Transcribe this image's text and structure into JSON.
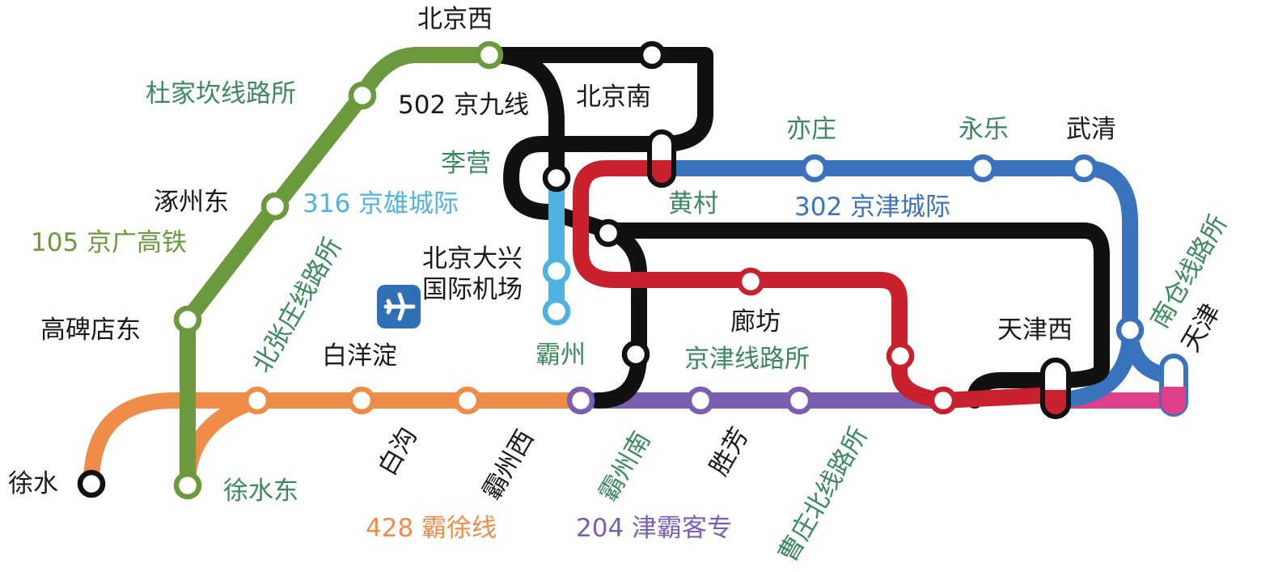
{
  "colors": {
    "line_105": "#6a9a3c",
    "line_316": "#4fb3e0",
    "line_502": "#111111",
    "line_302": "#3a73bd",
    "line_428": "#ee8c48",
    "line_204": "#7a5fb0",
    "red_line": "#c8202c",
    "pink_line": "#e0408a",
    "station_label": "#3a8a5c",
    "airport_icon": "#2f6fb5"
  },
  "lines": {
    "l105": "105 京广高铁",
    "l316": "316 京雄城际",
    "l502": "502 京九线",
    "l302": "302 京津城际",
    "l428": "428 霸徐线",
    "l204": "204 津霸客专"
  },
  "stations": {
    "beijing_west": "北京西",
    "beijing_south": "北京南",
    "dujiakan": "杜家坎线路所",
    "zhuozhou_east": "涿州东",
    "gaobeidian_east": "高碑店东",
    "xushui": "徐水",
    "xushui_east": "徐水东",
    "beizhangzhuang": "北张庄线路所",
    "baiyangdian": "白洋淀",
    "baigou": "白沟",
    "bazhou_west": "霸州西",
    "bazhou": "霸州",
    "daxing_airport_1": "北京大兴",
    "daxing_airport_2": "国际机场",
    "liying": "李营",
    "huangcun": "黄村",
    "yizhuang": "亦庄",
    "yongle": "永乐",
    "wuqing": "武清",
    "langfang": "廊坊",
    "jingjin_box": "京津线路所",
    "luzhou_south": "霸州南",
    "shengfang": "胜芳",
    "caozhuang_north": "曹庄北线路所",
    "tianjin_west": "天津西",
    "nancang": "南仓线路所",
    "tianjin": "天津"
  },
  "icons": {
    "airport": "airplane-icon"
  }
}
